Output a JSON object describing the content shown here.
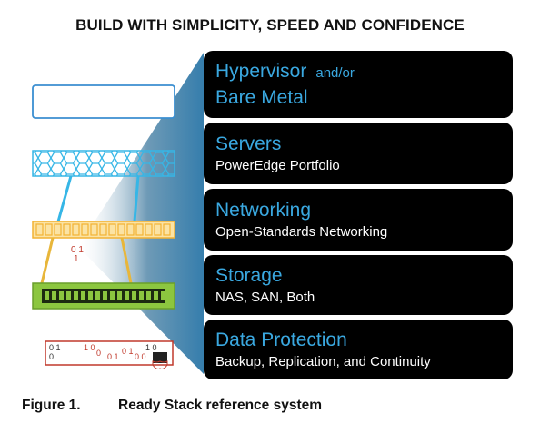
{
  "header": {
    "title": "BUILD WITH SIMPLICITY, SPEED AND CONFIDENCE"
  },
  "layers": [
    {
      "title": "Hypervisor",
      "extra": "and/or",
      "title2": "Bare Metal",
      "subtitle": ""
    },
    {
      "title": "Servers",
      "subtitle": "PowerEdge Portfolio"
    },
    {
      "title": "Networking",
      "subtitle": "Open-Standards Networking"
    },
    {
      "title": "Storage",
      "subtitle": "NAS, SAN, Both"
    },
    {
      "title": "Data Protection",
      "subtitle": "Backup, Replication, and Continuity"
    }
  ],
  "illustration": {
    "network_bits": "0 1 1",
    "protection_bits": "0 1 0 1 0 0 1 0 1 0 1 0 1 0"
  },
  "caption": {
    "number": "Figure 1.",
    "text": "Ready Stack reference system"
  },
  "colors": {
    "box_background": "#000000",
    "layer_title": "#3aa8e0",
    "layer_subtitle": "#ffffff",
    "hypervisor_icon": "#3b8fd1",
    "server_icon": "#36b6e6",
    "network_icon": "#f2b233",
    "storage_icon": "#8cc63f",
    "protection_icon": "#c0392b"
  }
}
